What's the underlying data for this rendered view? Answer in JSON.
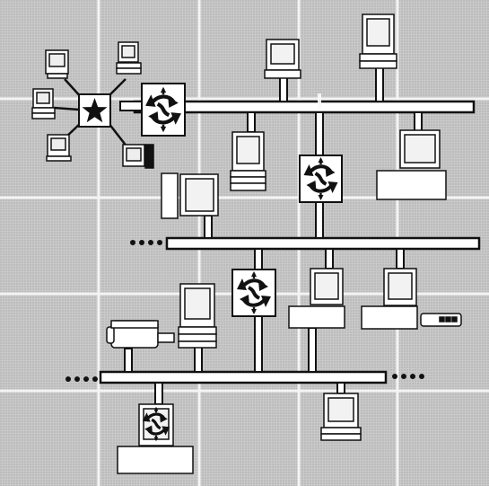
{
  "figure": {
    "kind": "network-topology-illustration",
    "text_labels": [],
    "colors": {
      "background_grey": "#c4c4c4",
      "grid_lines": "#f4f4f4",
      "cable_outline": "#111111",
      "cable_fill": "#ffffff",
      "device_fill": "#ffffff",
      "screen_fill": "#f2f2f2",
      "ink": "#111111"
    },
    "segments": [
      {
        "id": "backbone-top",
        "continues_left": false,
        "continues_right": false
      },
      {
        "id": "backbone-middle",
        "continues_left": true,
        "continues_right": false
      },
      {
        "id": "backbone-bottom",
        "continues_left": true,
        "continues_right": true
      }
    ],
    "hub": {
      "icon": "star-hub-icon",
      "spokes": 5
    },
    "routers": [
      {
        "id": "router-a",
        "icon": "router-arrows-icon"
      },
      {
        "id": "router-b",
        "icon": "router-arrows-icon"
      },
      {
        "id": "router-c",
        "icon": "router-arrows-icon"
      },
      {
        "id": "router-d",
        "icon": "router-arrows-icon"
      }
    ],
    "devices": {
      "hub_workstations": 5,
      "desktop_computers": 6,
      "monitor_on_base_workstations": 4,
      "laser_printer": 1,
      "modem": 1,
      "external_drive": 1
    }
  }
}
